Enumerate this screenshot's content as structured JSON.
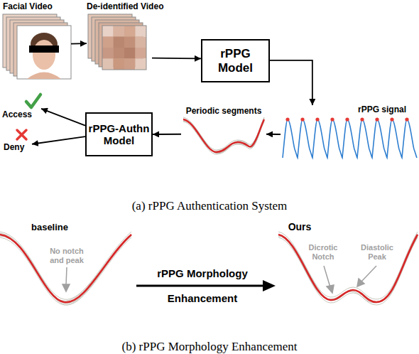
{
  "diagram": {
    "nodes": [
      {
        "text": [
          "Facial Video"
        ]
      },
      {
        "text": [
          "De-identified Video"
        ]
      },
      {
        "text": [
          "rPPG Model"
        ]
      },
      {
        "text": [
          "rPPG signal"
        ]
      },
      {
        "text": [
          "Periodic segments"
        ]
      },
      {
        "text": [
          "rPPG-Authn Model"
        ]
      },
      {
        "text": [
          "Access"
        ]
      },
      {
        "text": [
          "Deny"
        ]
      }
    ],
    "edges": [
      {
        "from": 0,
        "to": 1,
        "arrow": "to"
      },
      {
        "from": 1,
        "to": 2,
        "arrow": "to"
      },
      {
        "from": 2,
        "to": 3,
        "arrow": "to"
      },
      {
        "from": 3,
        "to": 4,
        "arrow": "to"
      },
      {
        "from": 4,
        "to": 5,
        "arrow": "to"
      },
      {
        "from": 5,
        "to": 6,
        "arrow": "to"
      },
      {
        "from": 5,
        "to": 7,
        "arrow": "to"
      }
    ],
    "labels": [
      "(a) rPPG Authentication System",
      "baseline",
      "No notch and peak",
      "rPPG Morphology",
      "Enhancement",
      "Ours",
      "Dicrotic Notch",
      "Diastolic Peak",
      "(b) rPPG Morphology Enhancement"
    ]
  }
}
